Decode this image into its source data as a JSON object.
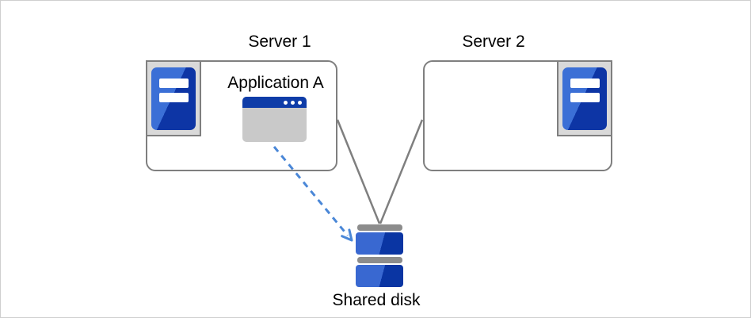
{
  "diagram": {
    "title_hint": "Two servers sharing one disk; Application A on Server 1 accesses the shared disk",
    "server1": {
      "label": "Server 1",
      "application_label": "Application A"
    },
    "server2": {
      "label": "Server 2"
    },
    "shared_disk": {
      "label": "Shared disk"
    },
    "icons": {
      "server1_icon": "server-tower-icon",
      "server2_icon": "server-tower-icon",
      "application_icon": "application-window-icon",
      "shared_disk_icon": "disk-stack-icon"
    },
    "connections": [
      {
        "from": "Server 1",
        "to": "Shared disk",
        "style": "solid-gray-line"
      },
      {
        "from": "Server 2",
        "to": "Shared disk",
        "style": "solid-gray-line"
      },
      {
        "from": "Application A",
        "to": "Shared disk",
        "style": "dashed-blue-arrow"
      }
    ]
  },
  "colors": {
    "box_border": "#7f7f7f",
    "icon_box_bg": "#d9d9d9",
    "server_blue_light": "#3b6fd6",
    "server_blue_dark": "#0d35a5",
    "window_titlebar": "#0e3ca8",
    "window_body": "#c9c9c9",
    "disk_cap": "#8c8c8c",
    "disk_blue_light": "#3968d1",
    "disk_blue_dark": "#0a35a3",
    "connector": "#7f7f7f",
    "arrow_dashed": "#4a87d7"
  }
}
